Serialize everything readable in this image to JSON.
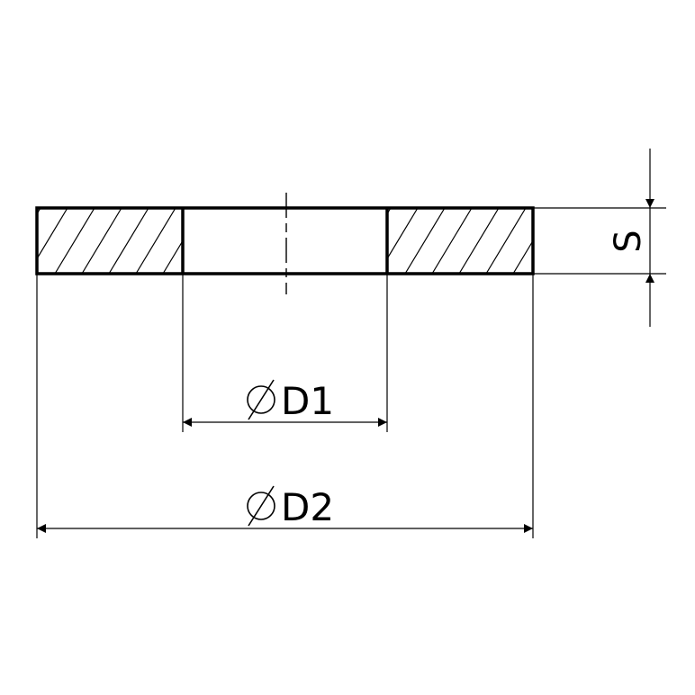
{
  "labels": {
    "inner_diameter": "D1",
    "outer_diameter": "D2",
    "thickness": "S",
    "diameter_symbol": "⌀"
  },
  "colors": {
    "line": "#000000",
    "background": "#ffffff"
  }
}
